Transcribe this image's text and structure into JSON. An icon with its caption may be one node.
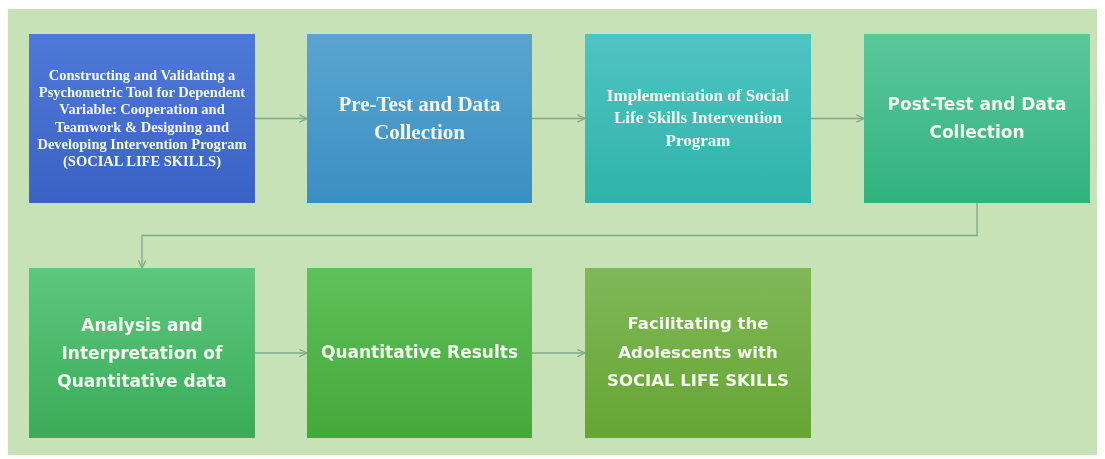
{
  "diagram": {
    "nodes": [
      {
        "text": [
          "Constructing and Validating a Psychometric Tool for Dependent Variable: Cooperation and Teamwork & Designing and Developing Intervention Program (SOCIAL LIFE SKILLS)"
        ]
      },
      {
        "text": [
          "Pre-Test and Data Collection"
        ]
      },
      {
        "text": [
          "Implementation of Social Life Skills Intervention Program"
        ]
      },
      {
        "text": [
          "Post-Test and Data Collection"
        ]
      },
      {
        "text": [
          "Analysis and Interpretation of Quantitative data"
        ]
      },
      {
        "text": [
          "Quantitative Results"
        ]
      },
      {
        "text": [
          "Facilitating the Adolescents with SOCIAL LIFE SKILLS"
        ]
      }
    ],
    "edges": [
      {
        "from": 0,
        "to": 1,
        "arrow": "to"
      },
      {
        "from": 1,
        "to": 2,
        "arrow": "to"
      },
      {
        "from": 2,
        "to": 3,
        "arrow": "to"
      },
      {
        "from": 3,
        "to": 4,
        "arrow": "to"
      },
      {
        "from": 4,
        "to": 5,
        "arrow": "to"
      },
      {
        "from": 5,
        "to": 6,
        "arrow": "to"
      }
    ]
  }
}
